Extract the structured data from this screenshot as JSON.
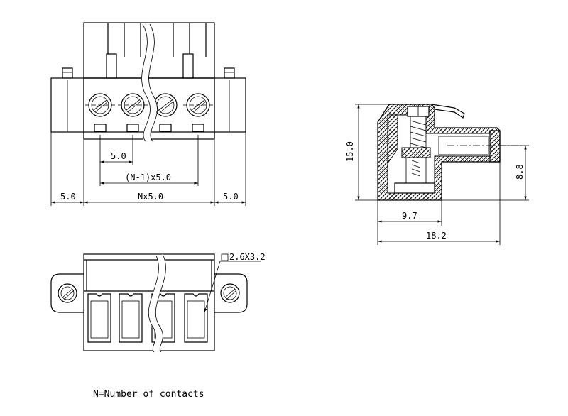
{
  "front_view": {
    "dim_pitch": "5.0",
    "dim_span": "(N-1)x5.0",
    "dim_left_flange": "5.0",
    "dim_body": "Nx5.0",
    "dim_right_flange": "5.0"
  },
  "side_view": {
    "dim_height": "15.0",
    "dim_pin_height": "8.8",
    "dim_depth_partial": "9.7",
    "dim_depth_total": "18.2"
  },
  "bottom_view": {
    "dim_wire_opening": "2.6X3.2"
  },
  "footnote": "N=Number of contacts"
}
